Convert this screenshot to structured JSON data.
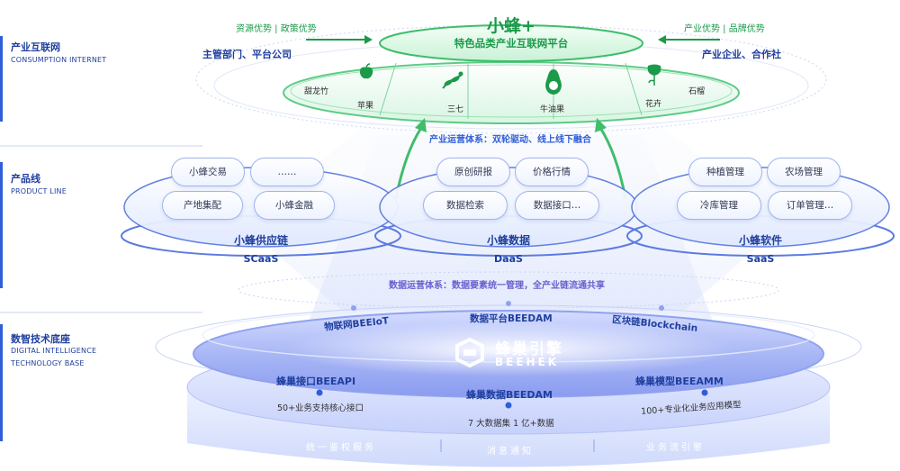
{
  "sections": [
    {
      "title": "产业互联网",
      "subtitle": "CONSUMPTION INTERNET"
    },
    {
      "title": "产品线",
      "subtitle": "PRODUCT LINE"
    },
    {
      "title": "数智技术底座",
      "subtitle": [
        "DIGITAL INTELLIGENCE",
        "TECHNOLOGY BASE"
      ]
    }
  ],
  "top": {
    "brand": "小蜂+",
    "platform": "特色品类产业互联网平台",
    "left_tag": "资源优势 | 政策优势",
    "left_label": "主管部门、平台公司",
    "right_tag": "产业优势 | 品牌优势",
    "right_label": "产业企业、合作社",
    "products": [
      "甜龙竹",
      "苹果",
      "三七",
      "牛油果",
      "花卉",
      "石榴"
    ],
    "ops": "产业运营体系：双轮驱动、线上线下融合"
  },
  "product_line": [
    {
      "name": "小蜂供应链",
      "en": "SCaaS",
      "items": [
        "小蜂交易",
        "……",
        "产地集配",
        "小蜂金融"
      ]
    },
    {
      "name": "小蜂数据",
      "en": "DaaS",
      "items": [
        "原创研报",
        "价格行情",
        "数据检索",
        "数据接口…"
      ]
    },
    {
      "name": "小蜂软件",
      "en": "SaaS",
      "items": [
        "种植管理",
        "农场管理",
        "冷库管理",
        "订单管理…"
      ]
    }
  ],
  "base": {
    "data_ops": "数据运营体系：数据要素统一管理，全产业链流通共享",
    "ring": [
      "物联网BEEIoT",
      "数据平台BEEDAM",
      "区块链Blockchain"
    ],
    "logo_cn": "蜂巢引擎",
    "logo_en": "BEEHEK",
    "modules": [
      {
        "name": "蜂巢接口BEEAPI",
        "desc": "50+业务支持核心接口"
      },
      {
        "name": "蜂巢数据BEEDAM",
        "desc": "7 大数据集 1 亿+数据"
      },
      {
        "name": "蜂巢模型BEEAMM",
        "desc": "100+专业化业务应用模型"
      }
    ],
    "bottom": [
      "统一鉴权服务",
      "消息通知",
      "业务流引擎"
    ]
  },
  "colors": {
    "green": "#1b9a4a",
    "blue": "#1f3f9e",
    "accent": "#2f5ed8"
  }
}
